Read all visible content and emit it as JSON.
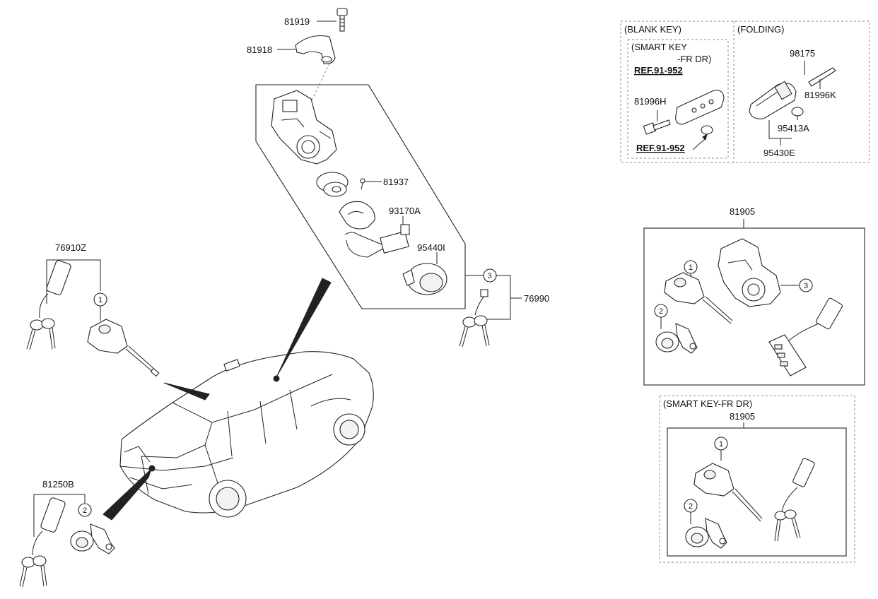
{
  "part_numbers": {
    "p81919": "81919",
    "p81918": "81918",
    "p81937": "81937",
    "p93170A": "93170A",
    "p95440I": "95440I",
    "p76990": "76990",
    "p76910Z": "76910Z",
    "p81250B": "81250B",
    "p81905_main": "81905",
    "p81905_smart": "81905",
    "p98175": "98175",
    "p81996K": "81996K",
    "p95413A": "95413A",
    "p95430E": "95430E",
    "p81996H": "81996H"
  },
  "section_labels": {
    "blank_key": "(BLANK KEY)",
    "folding": "(FOLDING)",
    "smart_key_line1": "(SMART KEY",
    "smart_key_line2": "-FR DR)",
    "smart_key_fr_dr": "(SMART KEY-FR DR)"
  },
  "references": {
    "ref1": "REF.91-952",
    "ref2": "REF.91-952"
  },
  "callouts": {
    "c1": "1",
    "c2": "2",
    "c3": "3"
  }
}
